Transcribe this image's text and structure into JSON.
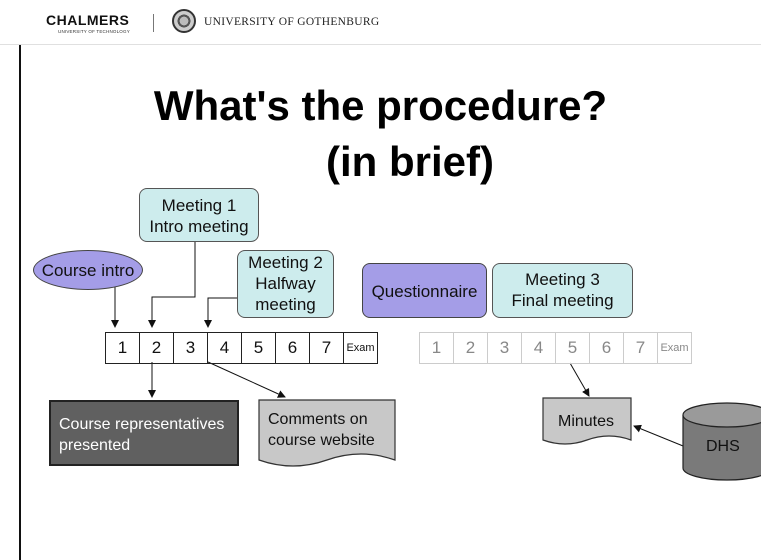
{
  "header": {
    "chalmers": "CHALMERS",
    "chalmers_sub": "UNIVERSITY OF TECHNOLOGY",
    "gothenburg": "UNIVERSITY OF GOTHENBURG"
  },
  "title": {
    "line1": "What's the procedure?",
    "line2": "(in brief)"
  },
  "phase1": {
    "meeting1": {
      "line1": "Meeting 1",
      "line2": "Intro meeting"
    },
    "course_intro": "Course intro",
    "meeting2": {
      "line1": "Meeting 2",
      "line2": "Halfway",
      "line3": "meeting"
    },
    "weeks": [
      "1",
      "2",
      "3",
      "4",
      "5",
      "6",
      "7",
      "Exam"
    ],
    "course_reps": {
      "line1": "Course representatives",
      "line2": "presented"
    },
    "comments": {
      "line1": "Comments on",
      "line2": "course website"
    }
  },
  "phase2": {
    "questionnaire": "Questionnaire",
    "meeting3": {
      "line1": "Meeting 3",
      "line2": "Final meeting"
    },
    "weeks": [
      "1",
      "2",
      "3",
      "4",
      "5",
      "6",
      "7",
      "Exam"
    ],
    "minutes": "Minutes",
    "dhs": "DHS"
  },
  "colors": {
    "meeting_fill": "#cdeced",
    "purple_fill": "#a49de7",
    "dark_box": "#606060",
    "doc_fill": "#c8c8c8"
  }
}
